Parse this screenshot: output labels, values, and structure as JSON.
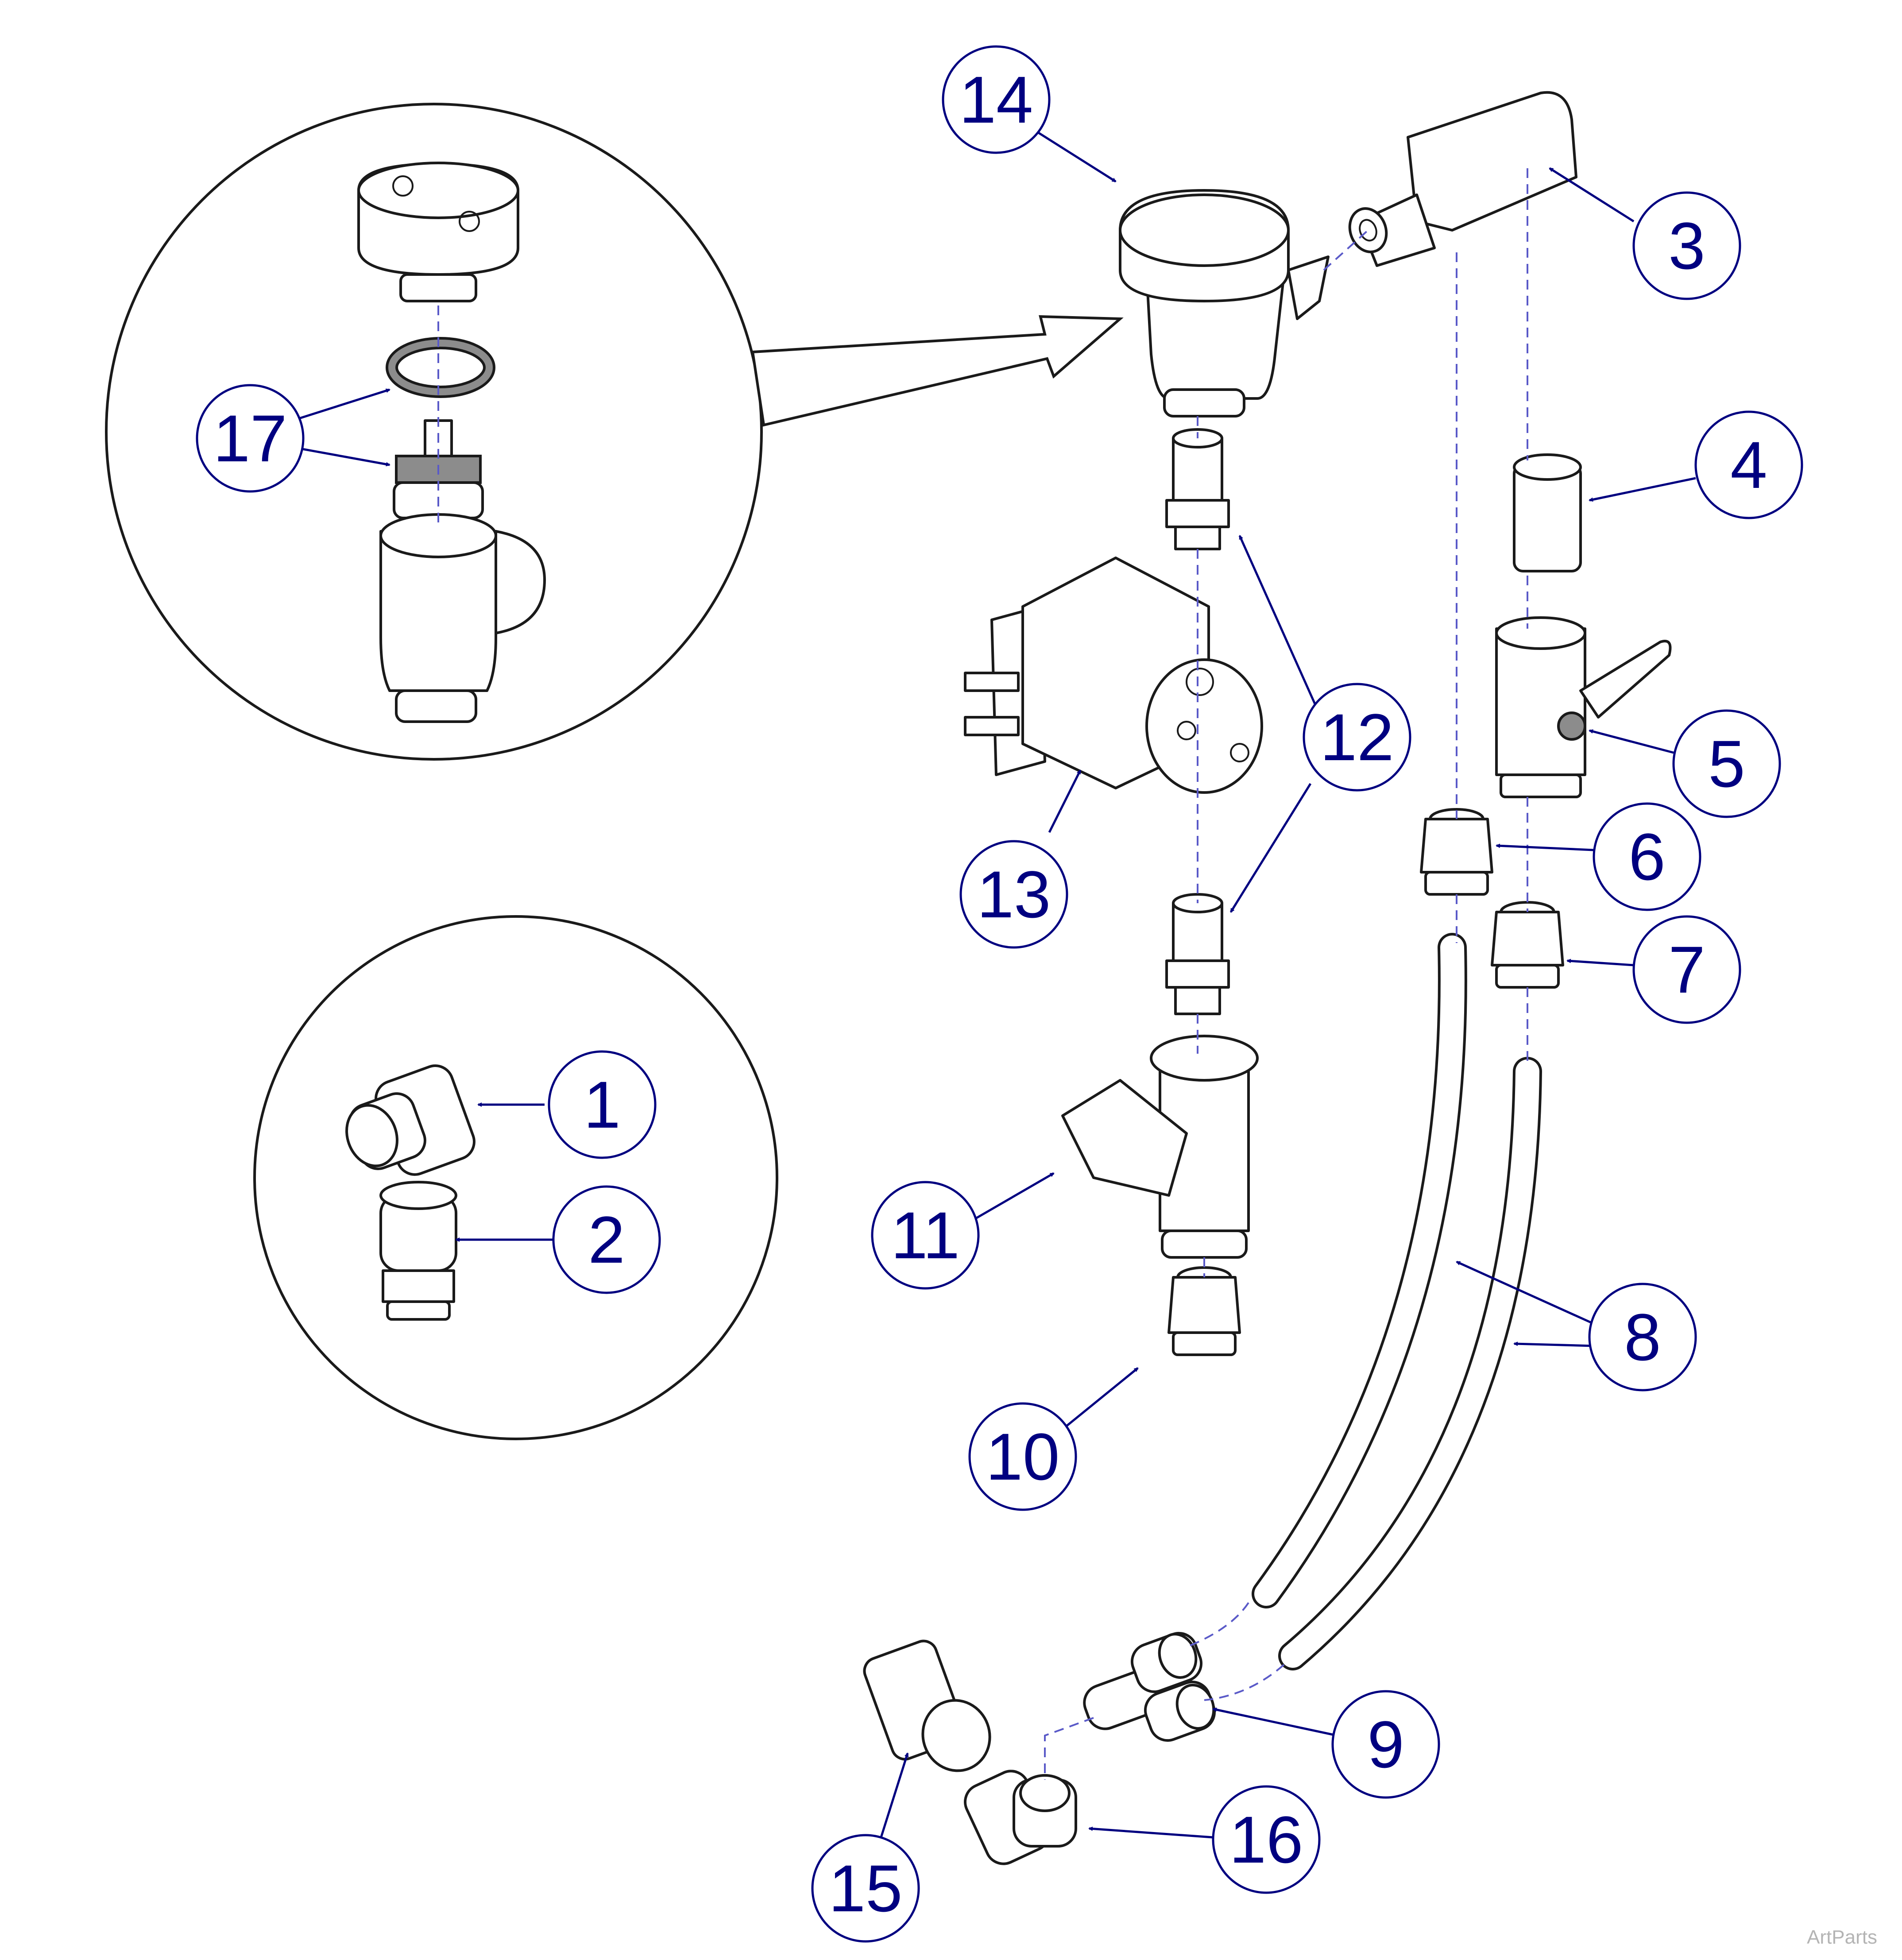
{
  "callouts": [
    "1",
    "2",
    "3",
    "4",
    "5",
    "6",
    "7",
    "8",
    "9",
    "10",
    "11",
    "12",
    "13",
    "14",
    "15",
    "16",
    "17"
  ],
  "watermark": "ArtParts",
  "colors": {
    "callout": "#000080",
    "line": "#1a1a1a",
    "dash": "#5a5ac8",
    "watermark": "#b4b4b4"
  }
}
